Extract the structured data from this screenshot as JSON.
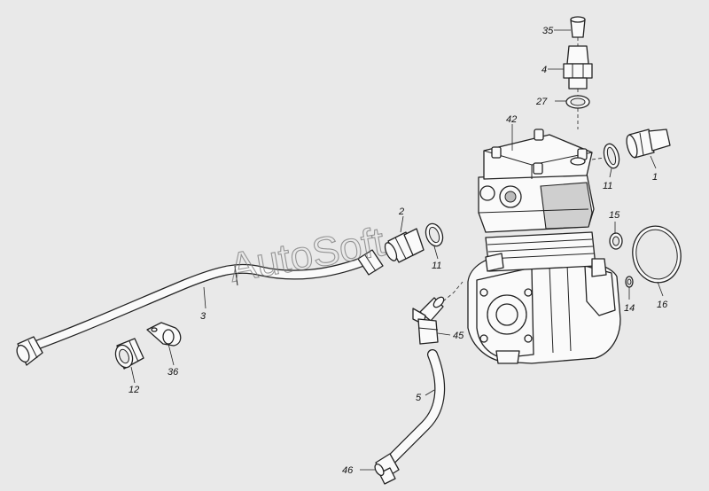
{
  "watermark": "AutoSoft",
  "callouts": [
    {
      "id": "c35",
      "text": "35"
    },
    {
      "id": "c4",
      "text": "4"
    },
    {
      "id": "c27",
      "text": "27"
    },
    {
      "id": "c42",
      "text": "42"
    },
    {
      "id": "c11a",
      "text": "11"
    },
    {
      "id": "c1",
      "text": "1"
    },
    {
      "id": "c2",
      "text": "2"
    },
    {
      "id": "c11b",
      "text": "11"
    },
    {
      "id": "c15",
      "text": "15"
    },
    {
      "id": "c14",
      "text": "14"
    },
    {
      "id": "c16",
      "text": "16"
    },
    {
      "id": "c3",
      "text": "3"
    },
    {
      "id": "c45",
      "text": "45"
    },
    {
      "id": "c12",
      "text": "12"
    },
    {
      "id": "c36",
      "text": "36"
    },
    {
      "id": "c5",
      "text": "5"
    },
    {
      "id": "c46",
      "text": "46"
    }
  ]
}
